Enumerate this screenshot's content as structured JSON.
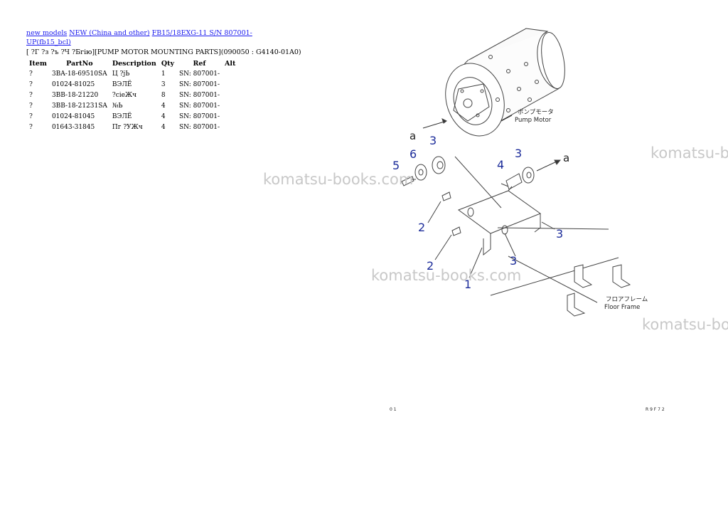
{
  "breadcrumb": {
    "link1": "new models",
    "link2": "NEW (China and other)",
    "link3": "FB15/18EXG-11 S/N 807001-UP(fb15_bcl)"
  },
  "subtitle": "[ ?Г ?з ?ъ ?Ч ?Бгію][PUMP MOTOR MOUNTING PARTS](090050 : G4140-01A0)",
  "table": {
    "headers": [
      "Item",
      "PartNo",
      "Description",
      "Qty",
      "Ref",
      "Alt"
    ],
    "rows": [
      {
        "item": "?",
        "partno": "3BA-18-69510SA",
        "desc": "Ц ?jЬ",
        "qty": "1",
        "ref": "SN: 807001-"
      },
      {
        "item": "?",
        "partno": "01024-81025",
        "desc": "ВЭЛЁ",
        "qty": "3",
        "ref": "SN: 807001-"
      },
      {
        "item": "?",
        "partno": "3BB-18-21220",
        "desc": "?сіеЖч",
        "qty": "8",
        "ref": "SN: 807001-"
      },
      {
        "item": "?",
        "partno": "3BB-18-21231SA",
        "desc": "№Ь",
        "qty": "4",
        "ref": "SN: 807001-"
      },
      {
        "item": "?",
        "partno": "01024-81045",
        "desc": "ВЭЛЁ",
        "qty": "4",
        "ref": "SN: 807001-"
      },
      {
        "item": "?",
        "partno": "01643-31845",
        "desc": "Пг ?УЖч",
        "qty": "4",
        "ref": "SN: 807001-"
      }
    ]
  },
  "diagram": {
    "callouts": [
      "1",
      "2",
      "2",
      "3",
      "3",
      "3",
      "3",
      "4",
      "5",
      "6"
    ],
    "arrow_label_a1": "a",
    "arrow_label_a2": "a",
    "pump_motor_jp": "ポンプモータ",
    "pump_motor_en": "Pump Motor",
    "floor_frame_jp": "フロアフレーム",
    "floor_frame_en": "Floor Frame",
    "corner_bottom_left": "0 1",
    "corner_bottom_right": "R 9 F 7 2"
  },
  "watermark": "komatsu-books.com",
  "colors": {
    "link": "#1a1aee",
    "callout": "#1c2c9a",
    "watermark": "#c8c8c8"
  }
}
